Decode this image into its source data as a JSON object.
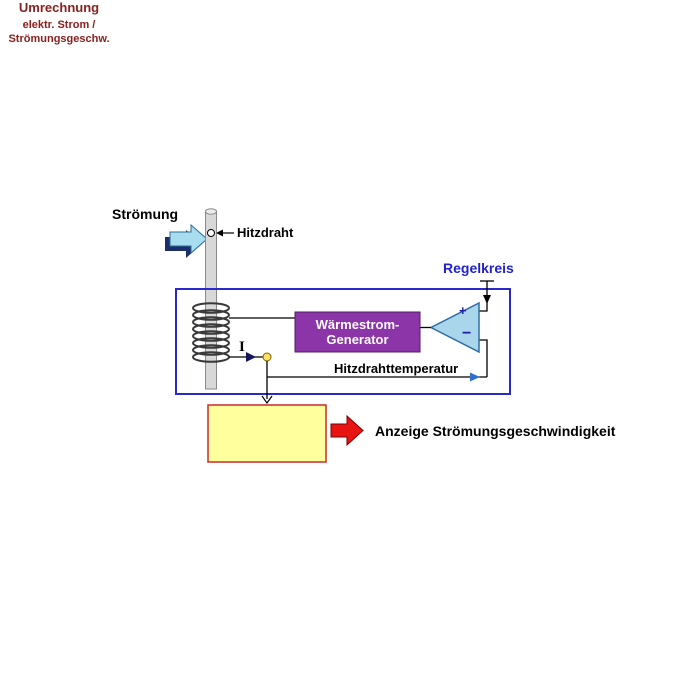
{
  "diagram": {
    "flow_label": "Strömung",
    "hot_wire_label": "Hitzdraht",
    "control_loop_label": "Regelkreis",
    "generator_label_line1": "Wärmestrom-",
    "generator_label_line2": "Generator",
    "current_label": "I",
    "temperature_label": "Hitzdrahttemperatur",
    "opamp_plus": "+",
    "opamp_minus": "−",
    "converter_title": "Umrechnung",
    "converter_line1": "elektr. Strom /",
    "converter_line2": "Strömungsgeschw.",
    "output_label": "Anzeige Strömungsgeschwindigkeit"
  },
  "colors": {
    "control_loop_border": "#2929cc",
    "control_loop_text": "#2222cc",
    "generator_fill": "#8c35a8",
    "generator_text": "#ffffff",
    "opamp_fill": "#a9d6ea",
    "opamp_border": "#2e6da4",
    "flow_arrow_fill": "#a8ddf0",
    "flow_arrow_shadow": "#1c2f6b",
    "converter_fill": "#ffff9e",
    "converter_border": "#cc2a2a",
    "converter_text": "#8b2020",
    "output_arrow_fill": "#e81313",
    "node_fill": "#ffdf66",
    "rod_fill": "#d8d8d8"
  }
}
